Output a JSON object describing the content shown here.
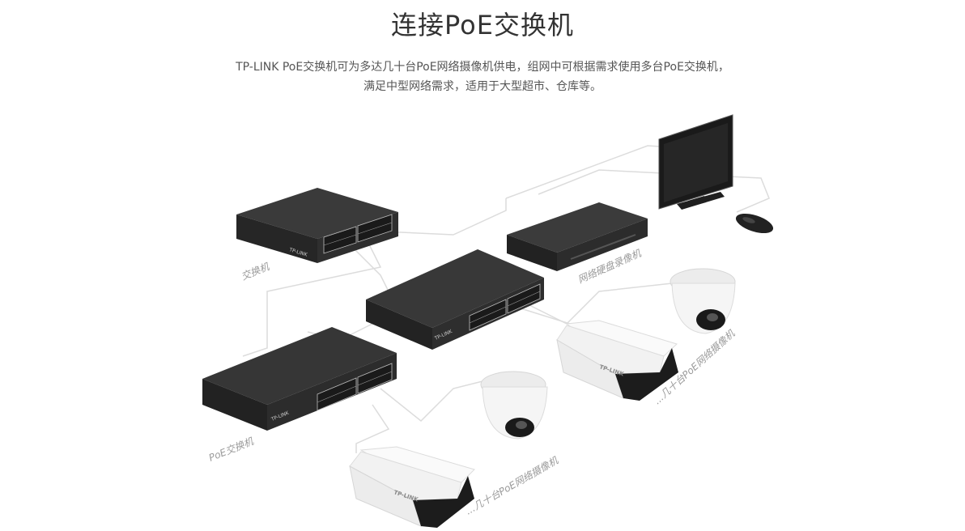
{
  "header": {
    "title": "连接PoE交换机",
    "desc_line1": "TP-LINK PoE交换机可为多达几十台PoE网络摄像机供电，组网中可根据需求使用多台PoE交换机，",
    "desc_line2": "满足中型网络需求，适用于大型超市、仓库等。"
  },
  "labels": {
    "switch": "交换机",
    "nvr": "网络硬盘录像机",
    "poe_switch": "PoE交换机",
    "cameras_right": "...几十台PoE网络摄像机",
    "cameras_left": "...几十台PoE网络摄像机"
  },
  "brand": "TP-LINK",
  "colors": {
    "device_dark": "#2b2b2b",
    "device_top": "#3a3a3a",
    "camera_body": "#f4f4f4",
    "cable": "#d9d9d9",
    "label": "#9a9a9a"
  }
}
